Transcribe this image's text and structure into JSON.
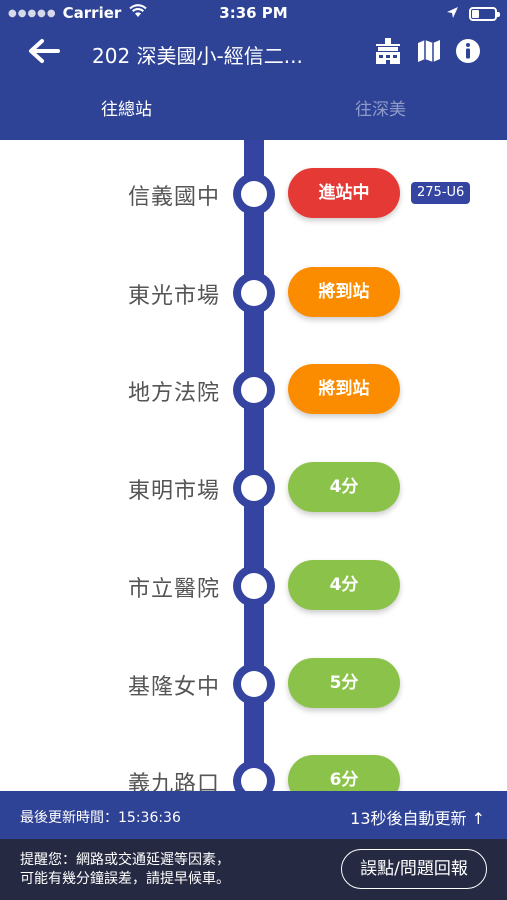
{
  "status_bar": {
    "carrier": "Carrier",
    "time": "3:36 PM"
  },
  "header": {
    "title": "202 深美國小-經信二..."
  },
  "tabs": [
    {
      "label": "往總站",
      "active": true
    },
    {
      "label": "往深美",
      "active": false
    }
  ],
  "colors": {
    "primary": "#2f4396",
    "arriving": "#e53935",
    "soon": "#fb8c00",
    "minutes": "#8bc34a",
    "footer": "#252941"
  },
  "stops": [
    {
      "name": "信義國中",
      "eta": "進站中",
      "status": "arriving",
      "plate": "275-U6"
    },
    {
      "name": "東光市場",
      "eta": "將到站",
      "status": "soon"
    },
    {
      "name": "地方法院",
      "eta": "將到站",
      "status": "soon"
    },
    {
      "name": "東明市場",
      "eta": "4分",
      "status": "minutes"
    },
    {
      "name": "市立醫院",
      "eta": "4分",
      "status": "minutes"
    },
    {
      "name": "基隆女中",
      "eta": "5分",
      "status": "minutes"
    },
    {
      "name": "義九路口",
      "eta": "6分",
      "status": "minutes"
    }
  ],
  "update_bar": {
    "last_update": "最後更新時間：15:36:36",
    "auto_refresh": "13秒後自動更新 ↑"
  },
  "footer": {
    "warning_line1": "提醒您：網路或交通延遲等因素，",
    "warning_line2": "可能有幾分鐘誤差，請提早候車。",
    "report_button": "誤點/問題回報"
  }
}
